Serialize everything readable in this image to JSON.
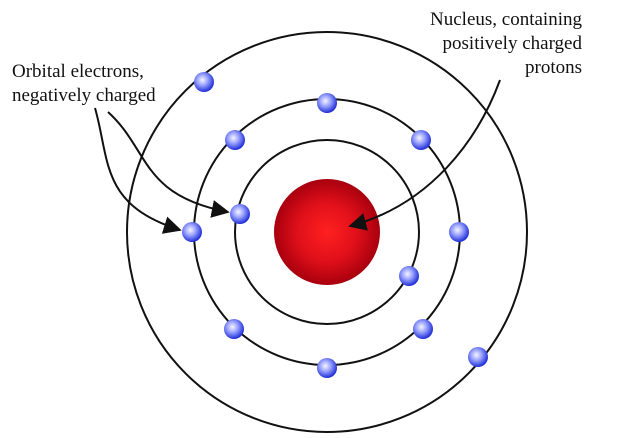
{
  "labels": {
    "orbital_line1": "Orbital electrons,",
    "orbital_line2": "negatively charged",
    "nucleus_line1": "Nucleus, containing",
    "nucleus_line2": "positively charged",
    "nucleus_line3": "protons"
  },
  "colors": {
    "nucleus_center": "#ff1a1a",
    "nucleus_edge": "#b00010",
    "electron_center": "#e6e8ff",
    "electron_edge": "#2030d0",
    "orbit": "#111111",
    "arrow": "#111111"
  }
}
